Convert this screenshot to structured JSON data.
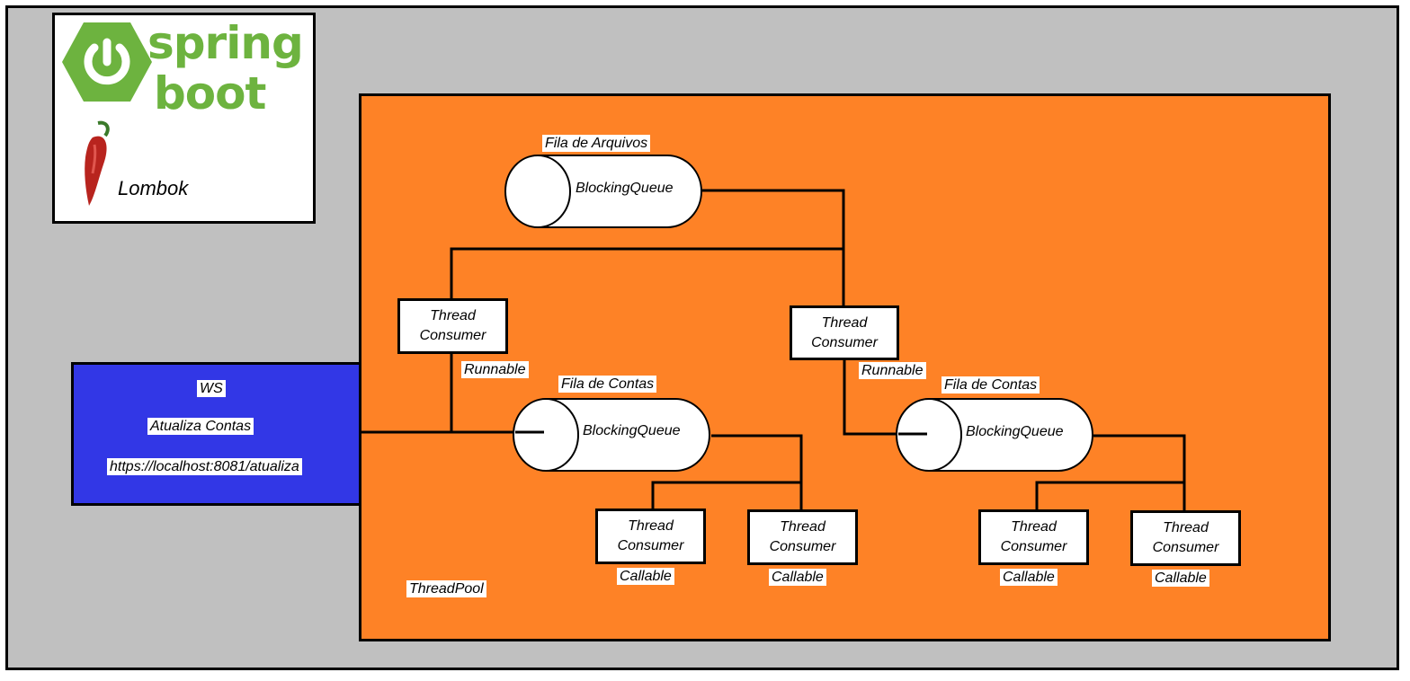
{
  "logo": {
    "spring_word": "spring",
    "boot_word": "boot",
    "lombok_label": "Lombok",
    "spring_color": "#6db33f"
  },
  "ws": {
    "title": "WS",
    "action": "Atualiza Contas",
    "url": "https://localhost:8081/atualiza",
    "color": "#3237e6"
  },
  "pool": {
    "label": "ThreadPool",
    "color": "#fe8226"
  },
  "file_queue": {
    "title": "Fila de Arquivos",
    "type": "BlockingQueue"
  },
  "consumers": [
    {
      "line1": "Thread",
      "line2": "Consumer",
      "role": "Runnable"
    },
    {
      "line1": "Thread",
      "line2": "Consumer",
      "role": "Runnable"
    }
  ],
  "account_queues": [
    {
      "title": "Fila de Contas",
      "type": "BlockingQueue"
    },
    {
      "title": "Fila de Contas",
      "type": "BlockingQueue"
    }
  ],
  "workers": [
    {
      "line1": "Thread",
      "line2": "Consumer",
      "role": "Callable"
    },
    {
      "line1": "Thread",
      "line2": "Consumer",
      "role": "Callable"
    },
    {
      "line1": "Thread",
      "line2": "Consumer",
      "role": "Callable"
    },
    {
      "line1": "Thread",
      "line2": "Consumer",
      "role": "Callable"
    }
  ]
}
